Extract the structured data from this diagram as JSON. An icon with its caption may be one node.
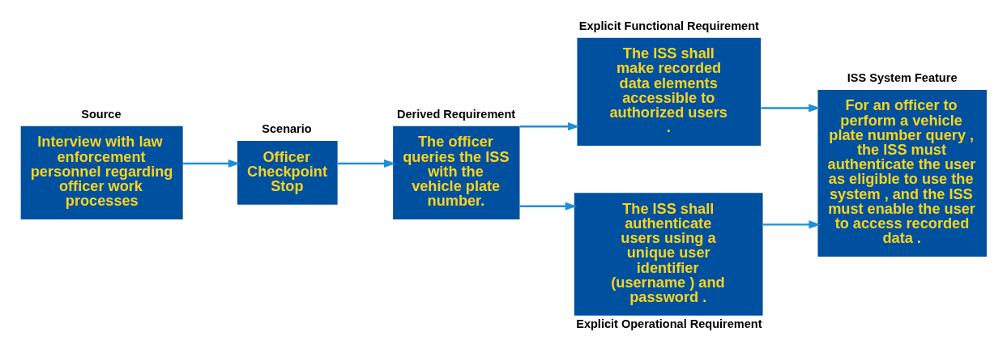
{
  "diagram": {
    "nodes": [
      {
        "text": [
          "Source",
          "Interview with law enforcement personnel regarding officer work processes"
        ]
      },
      {
        "text": [
          "Scenario",
          "Officer Checkpoint Stop"
        ]
      },
      {
        "text": [
          "Derived Requirement",
          "The officer queries the ISS with the vehicle plate number."
        ]
      },
      {
        "text": [
          "Explicit Functional Requirement",
          "The ISS shall make recorded data elements accessible to authorized users ."
        ]
      },
      {
        "text": [
          "The ISS shall authenticate users using a unique user identifier (username ) and password .",
          "Explicit Operational Requirement"
        ]
      },
      {
        "text": [
          "ISS System Feature",
          "For an officer to perform a vehicle plate number query , the ISS must authenticate the user as eligible to use the system , and the ISS must enable the user to access recorded data ."
        ]
      }
    ],
    "edges": [
      {
        "from": 0,
        "to": 1,
        "arrow": "to"
      },
      {
        "from": 1,
        "to": 2,
        "arrow": "to"
      },
      {
        "from": 2,
        "to": 3,
        "arrow": "to"
      },
      {
        "from": 2,
        "to": 4,
        "arrow": "to"
      },
      {
        "from": 3,
        "to": 5,
        "arrow": "to"
      },
      {
        "from": 4,
        "to": 5,
        "arrow": "to"
      }
    ]
  }
}
